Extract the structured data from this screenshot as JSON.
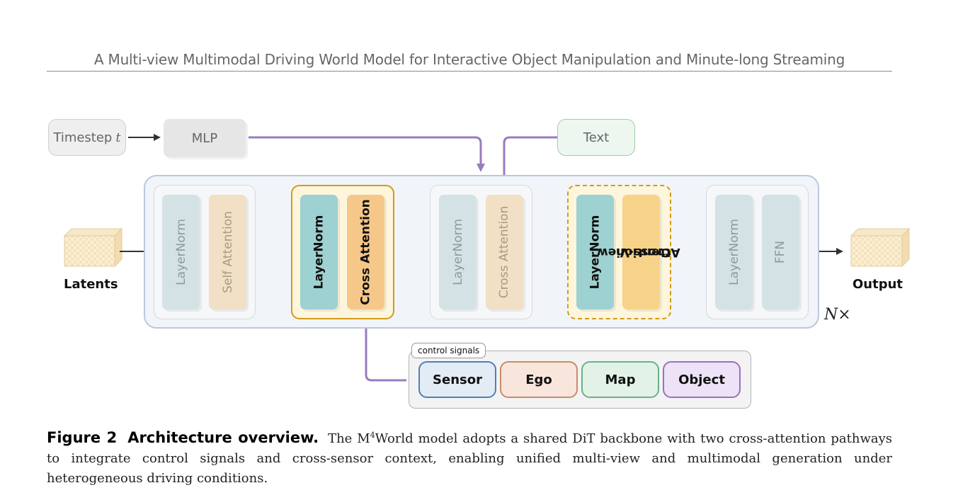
{
  "header": {
    "running_title": "A Multi-view Multimodal Driving World Model for Interactive Object Manipulation and Minute-long Streaming"
  },
  "figure": {
    "inputs": {
      "timestep_label": "Timestep",
      "timestep_var": "t",
      "mlp_label": "MLP",
      "text_label": "Text"
    },
    "latents_label": "Latents",
    "output_label": "Output",
    "repeat_label": "N",
    "repeat_symbol": "×",
    "blocks": {
      "b1_norm": "LayerNorm",
      "b1_attn": "Self Attention",
      "b2_norm": "LayerNorm",
      "b2_attn": "Cross Attention",
      "b3_norm": "LayerNorm",
      "b3_attn": "Cross Attention",
      "b4_norm": "LayerNorm",
      "b4_attn_line1": "Cross-View",
      "b4_attn_line2": "Attention",
      "b5_norm": "LayerNorm",
      "b5_ffn": "FFN"
    },
    "control_signals": {
      "tag": "control signals",
      "items": [
        "Sensor",
        "Ego",
        "Map",
        "Object"
      ]
    },
    "colors": {
      "purple_arrow": "#9a7bbf",
      "gold_border": "#d49b1a",
      "sensor": "#4f7fb5",
      "ego": "#c98a6b",
      "map": "#6ab08a",
      "object": "#9a70c0"
    }
  },
  "caption": {
    "label": "Figure 2",
    "title": "Architecture overview.",
    "text_before": "The M",
    "superscript": "4",
    "text_after": "World model adopts a shared DiT backbone with two cross-attention pathways to integrate control signals and cross-sensor context, enabling unified multi-view and multimodal generation under heterogeneous driving conditions."
  }
}
